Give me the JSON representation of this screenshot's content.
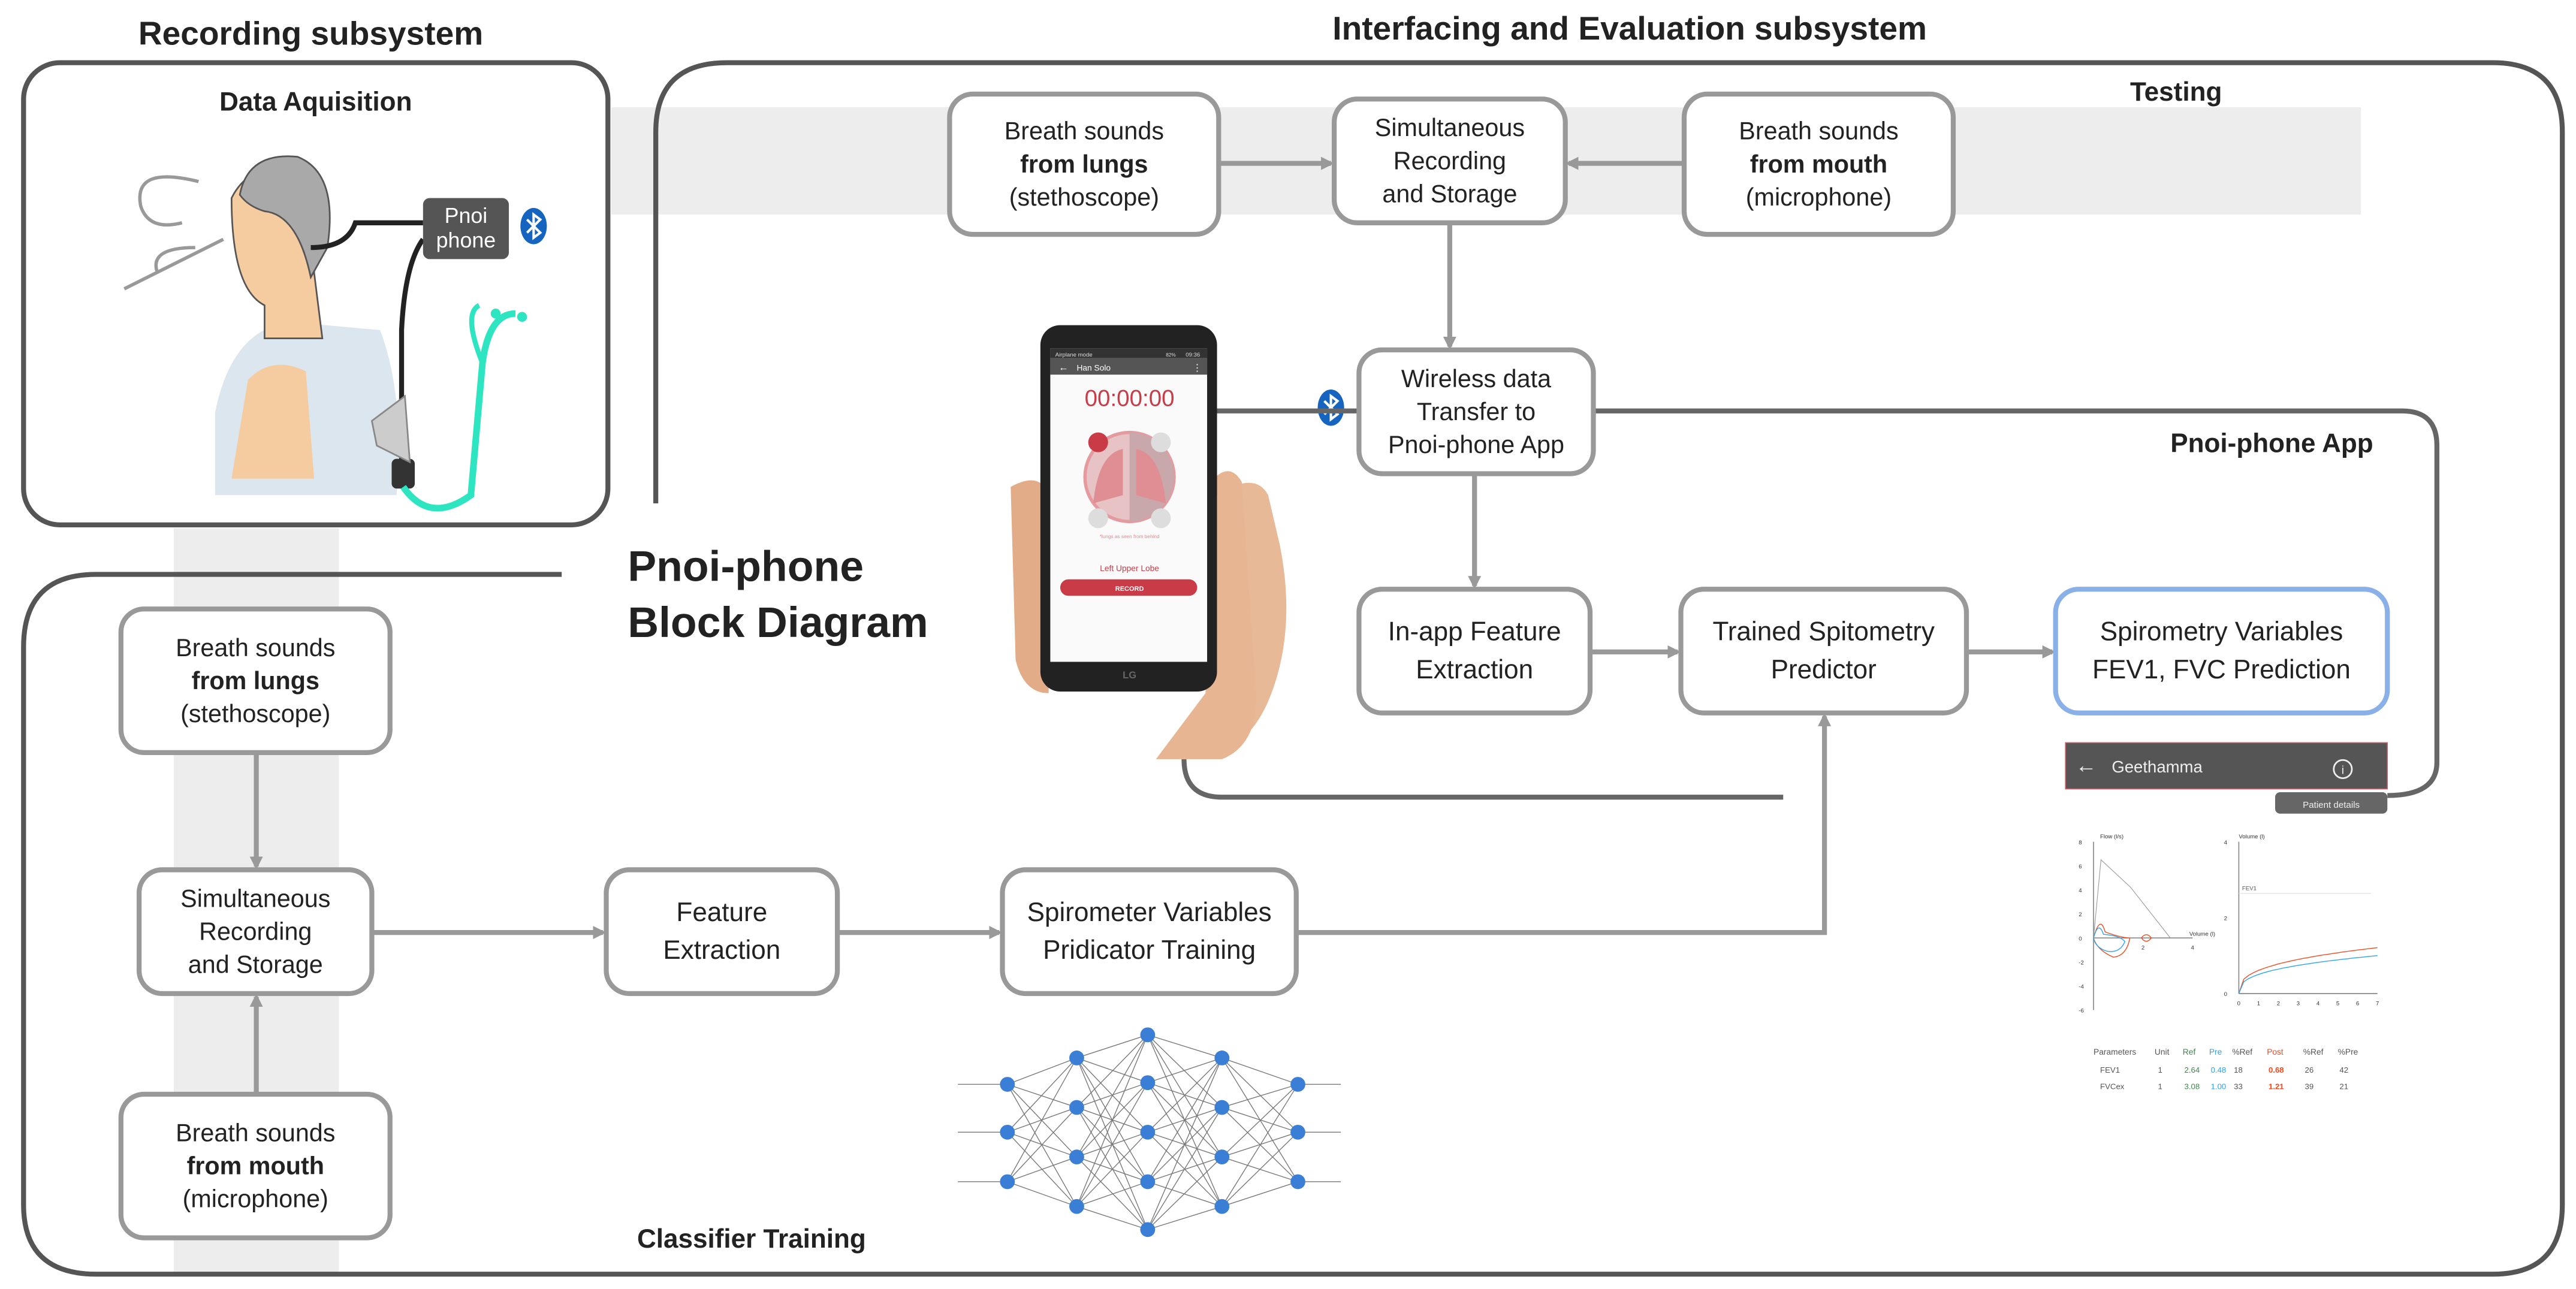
{
  "titles": {
    "recording": "Recording subsystem",
    "interfacing": "Interfacing and Evaluation subsystem",
    "data_acquisition": "Data Aquisition",
    "testing": "Testing",
    "app_section": "Pnoi-phone App",
    "classifier": "Classifier Training",
    "block_diagram_line1": "Pnoi-phone",
    "block_diagram_line2": "Block Diagram"
  },
  "device": {
    "line1": "Pnoi",
    "line2": "phone",
    "icon": "bluetooth-icon"
  },
  "boxes": {
    "testing_lungs": [
      "Breath sounds",
      "from lungs",
      "(stethoscope)"
    ],
    "testing_storage": [
      "Simultaneous",
      "Recording",
      "and Storage"
    ],
    "testing_mouth": [
      "Breath sounds",
      "from mouth",
      "(microphone)"
    ],
    "wireless": [
      "Wireless data",
      "Transfer to",
      "Pnoi-phone App"
    ],
    "inapp_feature": [
      "In-app Feature",
      "Extraction"
    ],
    "trained_predictor": [
      "Trained Spitometry",
      "Predictor"
    ],
    "spirometry_output": [
      "Spirometry Variables",
      "FEV1, FVC Prediction"
    ],
    "train_lungs": [
      "Breath sounds",
      "from lungs",
      "(stethoscope)"
    ],
    "train_storage": [
      "Simultaneous",
      "Recording",
      "and Storage"
    ],
    "train_mouth": [
      "Breath sounds",
      "from mouth",
      "(microphone)"
    ],
    "train_feature": [
      "Feature",
      "Extraction"
    ],
    "train_predictor": [
      "Spirometer Variables",
      "Pridicator Training"
    ]
  },
  "phone": {
    "status_left": "Airplane mode",
    "status_battery": "82%",
    "status_time": "09:36",
    "title": "Han Solo",
    "timer": "00:00:00",
    "caption": "*lungs as seen from behind",
    "lobe": "Left Upper Lobe",
    "record_button": "RECORD",
    "brand": "LG",
    "accent": "#c93c47"
  },
  "app": {
    "patient": "Geethamma",
    "tooltip": "Patient details",
    "flow_chart": {
      "ylabel": "Flow (l/s)",
      "xlabel": "Volume (l)",
      "y_ticks": [
        "8",
        "6",
        "4",
        "2",
        "0",
        "-2",
        "-4",
        "-6"
      ],
      "x_ticks": [
        "2",
        "4"
      ]
    },
    "volume_chart": {
      "ylabel": "Volume (l)",
      "ref_label": "FEV1",
      "y_ticks": [
        "4",
        "2",
        "0"
      ],
      "x_ticks": [
        "0",
        "1",
        "2",
        "3",
        "4",
        "5",
        "6",
        "7"
      ]
    },
    "table": {
      "headers": [
        "Parameters",
        "Unit",
        "Ref",
        "Pre",
        "%Ref",
        "Post",
        "%Ref",
        "%Pre"
      ],
      "rows": [
        [
          "FEV1",
          "1",
          "2.64",
          "0.48",
          "18",
          "0.68",
          "26",
          "42"
        ],
        [
          "FVCex",
          "1",
          "3.08",
          "1.00",
          "33",
          "1.21",
          "39",
          "21"
        ]
      ]
    },
    "colors": {
      "ref": "#3a8a4a",
      "pre": "#2aa3e8",
      "post": "#f04a1e"
    }
  }
}
